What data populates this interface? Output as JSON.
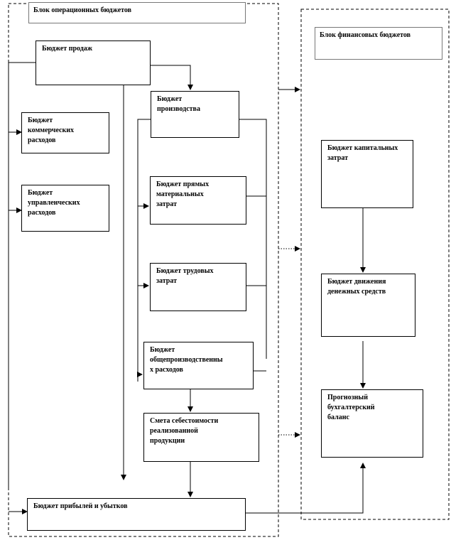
{
  "operating_block": {
    "title": "Блок операционных бюджетов"
  },
  "financial_block": {
    "title": "Блок финансовых бюджетов"
  },
  "boxes": {
    "sales": "Бюджет продаж",
    "production": "Бюджет\nпроизводства",
    "commercial": "Бюджет\nкоммерческих\nрасходов",
    "management": "Бюджет\nуправленческих\nрасходов",
    "materials": "Бюджет прямых\nматериальных\nзатрат",
    "labor": "Бюджет трудовых\nзатрат",
    "overhead": "Бюджет\nобщепроизводственны\nх расходов",
    "cost_estimate": "Смета себестоимости\nреализованной\nпродукции",
    "profit_loss": "Бюджет прибылей и убытков",
    "capex": "Бюджет капитальных\nзатрат",
    "cash_flow": "Бюджет движения\nденежных средств",
    "balance": "Прогнозный\nбухгалтерский\nбаланс"
  }
}
